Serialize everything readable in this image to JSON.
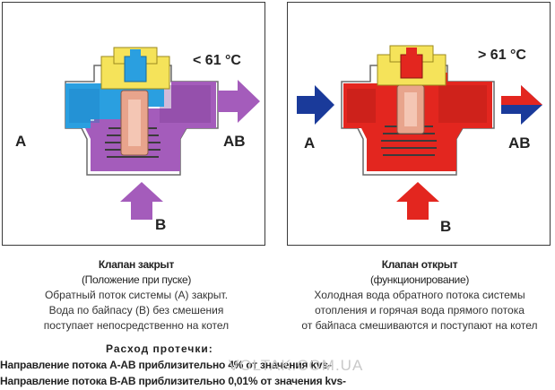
{
  "left_panel": {
    "temperature": "< 61 °C",
    "port_a": "A",
    "port_ab": "AB",
    "port_b": "B",
    "title": "Клапан закрыт",
    "subtitle": "(Положение при пуске)",
    "description": [
      "Обратный поток системы (A) закрыт.",
      "Вода по байпасу (B) без смешения",
      "поступает непосредственно на котел"
    ]
  },
  "right_panel": {
    "temperature": "> 61 °C",
    "port_a": "A",
    "port_ab": "AB",
    "port_b": "B",
    "title": "Клапан открыт",
    "subtitle": "(функционирование)",
    "description": [
      "Холодная вода обратного потока системы",
      "отопления и горячая вода прямого потока",
      "от байпаса смешиваются и поступают на котел"
    ]
  },
  "leakage": {
    "heading": "Расход протечки:",
    "rows": [
      "Направление потока A-AB приблизительно 4% от значения kvs-",
      "Направление потока B-AB приблизительно 0,01% от значения kvs-"
    ]
  },
  "watermark": "VOLTAK.COM.UA",
  "colors": {
    "cold_blue": "#2a9fe0",
    "purple": "#a45cbb",
    "red": "#e3261f",
    "navy_arrow": "#1a3a9a",
    "actuator_yellow": "#f5e35a",
    "stem_pink": "#e8a48c"
  }
}
